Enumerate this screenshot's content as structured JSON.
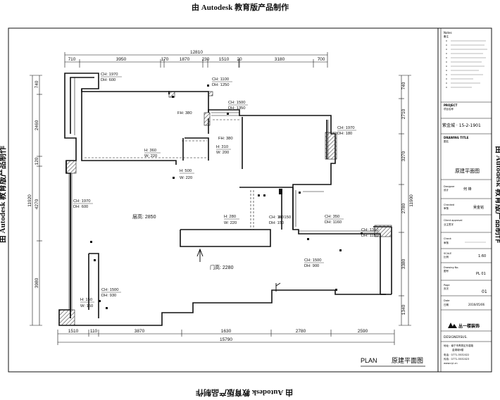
{
  "watermark": {
    "top": "由 Autodesk 教育版产品制作",
    "bottom": "由 Autodesk 教育版产品制作",
    "left": "由 Autodesk 教育版产品制作",
    "right": "由 Autodesk 教育版产品制作"
  },
  "dims_top": {
    "total": "12810",
    "segments": [
      "710",
      "3950",
      "170",
      "1870",
      "230",
      "1510",
      "20",
      "3180",
      "700"
    ]
  },
  "dims_bottom": {
    "total": "15790",
    "segments": [
      "1510",
      "110",
      "3870",
      "1630",
      "2780",
      "2590"
    ]
  },
  "dims_left": {
    "total": "11920",
    "segments": [
      "740",
      "2460",
      "120",
      "4270",
      "3980"
    ]
  },
  "dims_right": {
    "total": "11900",
    "segments": [
      "740",
      "2710",
      "3270",
      "2780",
      "3380",
      "1340"
    ]
  },
  "annotations": {
    "w1_ch": "CH: 1970",
    "w1_dh": "DH: 600",
    "w2_ch": "CH: 1100",
    "w2_dh": "DH: 1250",
    "w3_ch": "CH: 1500",
    "w3_dh": "DH: 1350",
    "w4_ch": "CH: 1970",
    "w4_dh": "DH: 180",
    "w5_ch": "CH: 1970",
    "w5_dh": "DH: 600",
    "w6_ch": "CH: 1500",
    "w6_dh": "DH: 930",
    "w7_ch": "CH: 350",
    "w7_dh": "DH: 1160",
    "w8_ch": "CH: 1310",
    "w8_dh": "DH: 1150",
    "w9_ch": "CH: 1500",
    "w9_dh": "DH: 900",
    "w10_ch": "CH: 150",
    "w10_dh": "DH: 150",
    "b1_h": "H: 360",
    "b1_w": "W: 220",
    "b2_h": "H: 310",
    "b2_w": "W: 200",
    "b3_h": "H: 500",
    "b3_w": "W: 220",
    "b4_h": "H: 280",
    "b4_w": "W: 220",
    "b5_h": "H: 150",
    "b6_h": "H: 150",
    "b6_w": "W: 150",
    "fh1": "FH: 380",
    "fh2": "FH: 380",
    "ceiling": "层高: 2850",
    "door_h": "门高: 2280"
  },
  "plan_title": {
    "en": "PLAN",
    "cn": "原建平面图"
  },
  "title_block": {
    "notes_label": "Notes",
    "notes_sub": "备注",
    "project_label": "PROJECT",
    "project_sub": "项目名称",
    "project_name": "紫金城 · 15-2-1901",
    "drawing_title_label": "DRAWING TITLE",
    "drawing_title_sub": "图名",
    "drawing_title": "原建平面图",
    "designer_label": "Designer",
    "designer_sub": "设计",
    "designer_name": "何 锋",
    "checked_label": "Checked",
    "checked_sub": "审核",
    "checked_name": "吴金铭",
    "client_label": "Client approval",
    "client_sub": "业主签字",
    "check_label": "Check",
    "check_sub": "审核",
    "scale_label": "SCALE",
    "scale_sub": "比例",
    "scale_value": "1:60",
    "drawing_no_label": "Drawing No.",
    "drawing_no_sub": "图号",
    "drawing_no": "PL 01",
    "page_label": "Page",
    "page_sub": "页次",
    "page_value": "01",
    "date_label": "Date",
    "date_sub": "日期",
    "date_value": "2016/05/06",
    "company": "丛一楼装饰",
    "company_en": "DESIGNERSUS.",
    "address": "地址：南宁市青秀区东葛路",
    "address2": "金湖城6楼",
    "tel1": "电话：0771-5532022",
    "tel2": "传真：0771-5532023",
    "web": "www.cyl.cn"
  },
  "colors": {
    "line": "#111111",
    "hatch": "#444444",
    "paper": "#ffffff"
  }
}
